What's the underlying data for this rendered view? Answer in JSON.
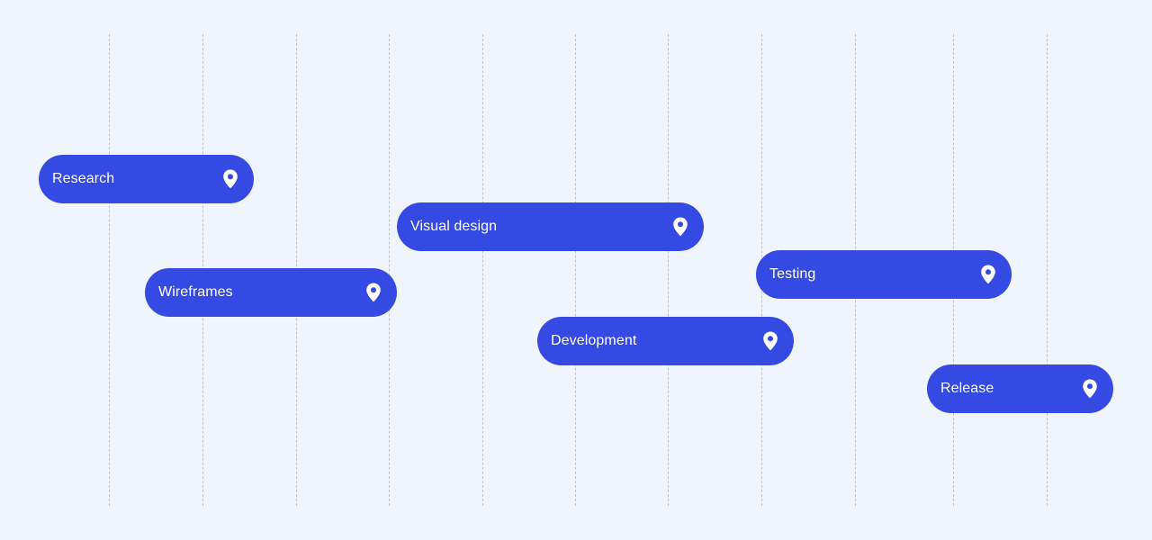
{
  "colors": {
    "background": "#F0F4FD",
    "task_fill": "#344AE2",
    "gridline": "#BCC3D2",
    "label": "#FFFFFF"
  },
  "gridline_count": 11,
  "tasks": [
    {
      "label": "Research",
      "icon": "map-pin-icon"
    },
    {
      "label": "Wireframes",
      "icon": "map-pin-icon"
    },
    {
      "label": "Visual design",
      "icon": "map-pin-icon"
    },
    {
      "label": "Development",
      "icon": "map-pin-icon"
    },
    {
      "label": "Testing",
      "icon": "map-pin-icon"
    },
    {
      "label": "Release",
      "icon": "map-pin-icon"
    }
  ]
}
